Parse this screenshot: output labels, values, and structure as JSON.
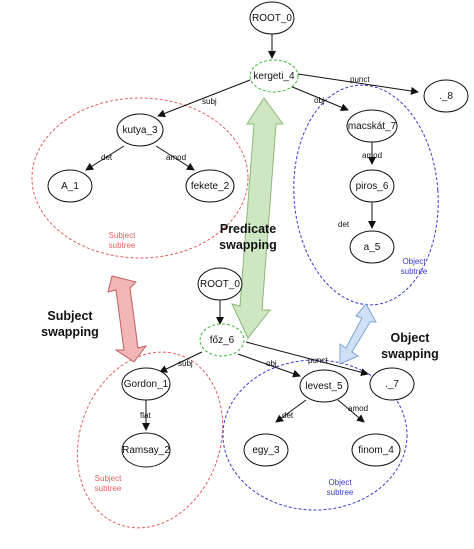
{
  "top_tree": {
    "root": "ROOT_0",
    "predicate": "kergeti_4",
    "punct_target": "._8",
    "subject": "kutya_3",
    "subject_det": "A_1",
    "subject_amod": "fekete_2",
    "object": "macskát_7",
    "object_amod": "piros_6",
    "object_det": "a_5",
    "edges": {
      "subj": "subj",
      "obj": "obj",
      "punct": "punct",
      "det": "det",
      "amod": "amod",
      "amod2": "amod",
      "det2": "det"
    },
    "subject_subtree_label": [
      "Subject",
      "subtree"
    ],
    "object_subtree_label": [
      "Object",
      "subtree"
    ]
  },
  "bottom_tree": {
    "root": "ROOT_0",
    "predicate": "főz_6",
    "punct_target": "._7",
    "subject": "Gordon_1",
    "subject_flat": "Ramsay_2",
    "object": "levest_5",
    "object_det": "egy_3",
    "object_amod": "finom_4",
    "edges": {
      "subj": "subj",
      "obj": "obj",
      "punct": "punct",
      "flat": "flat",
      "det": "det",
      "amod": "amod"
    },
    "subject_subtree_label": [
      "Subject",
      "subtree"
    ],
    "object_subtree_label": [
      "Object",
      "subtree"
    ]
  },
  "operations": {
    "predicate": [
      "Predicate",
      "swapping"
    ],
    "subject": [
      "Subject",
      "swapping"
    ],
    "object": [
      "Object",
      "swapping"
    ]
  },
  "colors": {
    "subject": "#e06060",
    "object": "#3a3ad0",
    "predicate": "#3cb83c",
    "predicate_arrow_fill": "#cfe6c2",
    "predicate_arrow_stroke": "#8ab87a",
    "subject_arrow_fill": "#f2b6b6",
    "subject_arrow_stroke": "#c06060",
    "object_arrow_fill": "#cfe0f6",
    "object_arrow_stroke": "#7fa6d8"
  }
}
